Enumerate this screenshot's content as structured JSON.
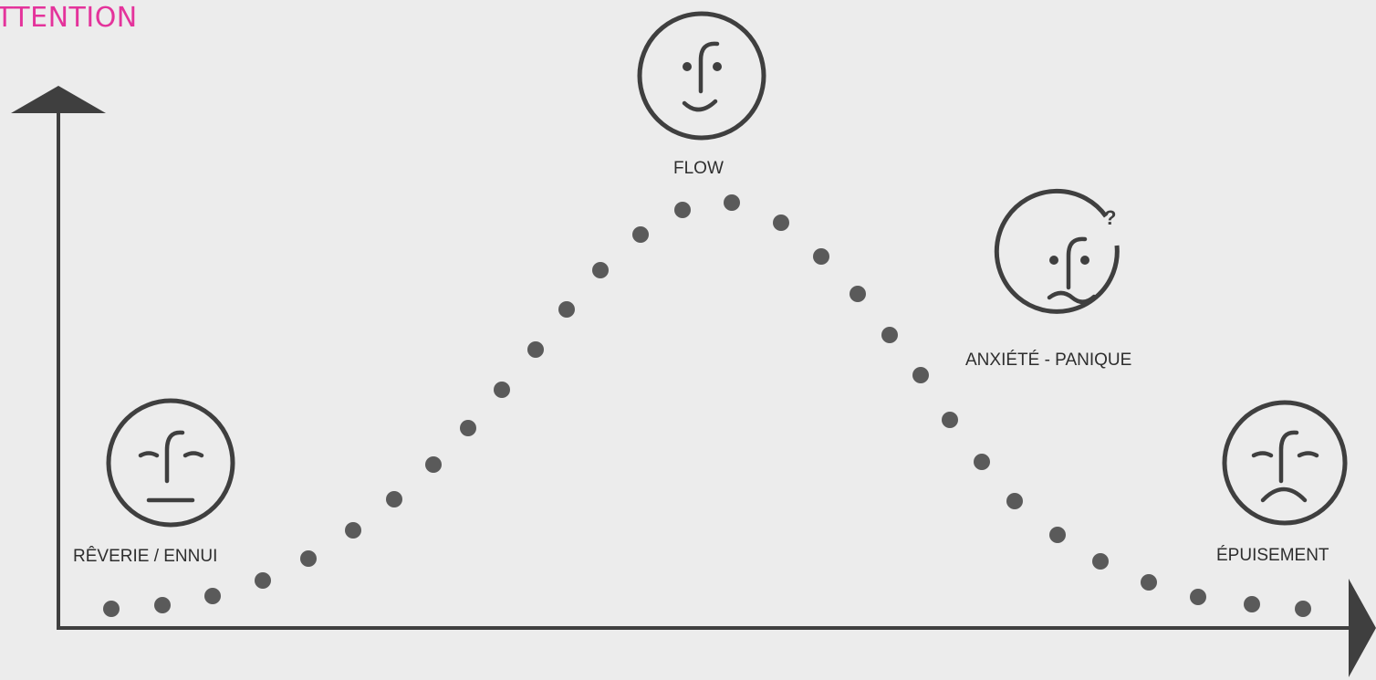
{
  "title": "TTENTION",
  "colors": {
    "title": "#e4339b",
    "ink": "#3f3f3f",
    "dot": "#5a5a5a",
    "background": "#ececec"
  },
  "states": [
    {
      "id": "reverie",
      "label": "RÊVERIE / ENNUI",
      "expression": "neutral-eyes-closed"
    },
    {
      "id": "flow",
      "label": "FLOW",
      "expression": "smile"
    },
    {
      "id": "anxiety",
      "label": "ANXIÉTÉ - PANIQUE",
      "expression": "wavy-mouth-question",
      "mark": "?"
    },
    {
      "id": "exhaustion",
      "label": "ÉPUISEMENT",
      "expression": "frown-eyes-closed"
    }
  ]
}
